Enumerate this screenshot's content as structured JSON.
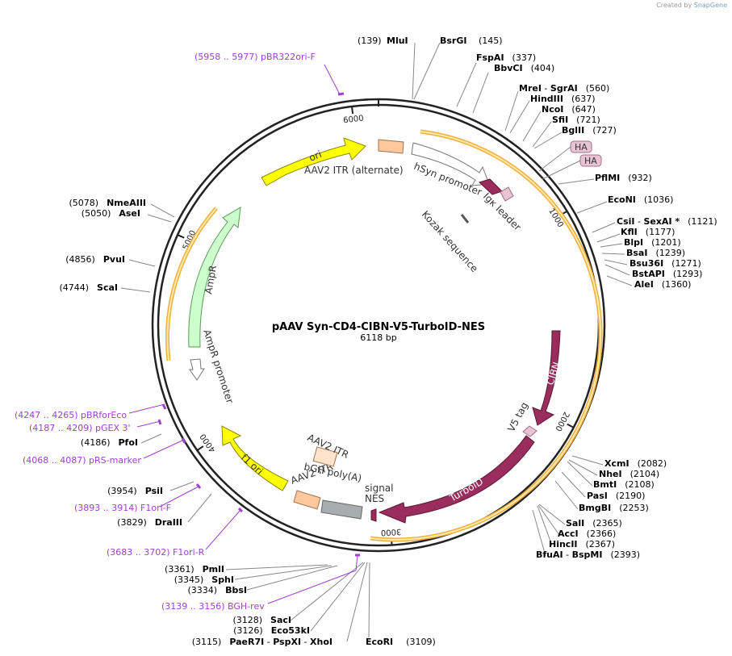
{
  "credit": {
    "prefix": "Created by",
    "brand": "SnapGene"
  },
  "map": {
    "title": "pAAV Syn-CD4-CIBN-V5-TurboID-NES",
    "size": "6118 bp",
    "total_bp": 6118,
    "ticks": [
      {
        "bp": 1000,
        "label": "1000"
      },
      {
        "bp": 2000,
        "label": "2000"
      },
      {
        "bp": 3000,
        "label": "3000"
      },
      {
        "bp": 4000,
        "label": "4000"
      },
      {
        "bp": 5000,
        "label": "5000"
      },
      {
        "bp": 6000,
        "label": "6000"
      }
    ]
  },
  "features": [
    {
      "id": "ori",
      "name": "ori",
      "color": "#ffff00",
      "stroke": "#8a8a00"
    },
    {
      "id": "aav2-itr-alt",
      "name": "AAV2 ITR (alternate)",
      "color": "#ffc99c",
      "stroke": "#a07050"
    },
    {
      "id": "hsyn",
      "name": "hSyn promoter",
      "color": "#ffffff",
      "stroke": "#777777"
    },
    {
      "id": "igk",
      "name": "Igκ leader",
      "color": "#9b2d5e",
      "stroke": "#5a1a36"
    },
    {
      "id": "ha1",
      "name": "HA",
      "color": "#e7c4d1",
      "stroke": "#a07088"
    },
    {
      "id": "ha2",
      "name": "HA",
      "color": "#e7c4d1",
      "stroke": "#a07088"
    },
    {
      "id": "kozak",
      "name": "Kozak sequence",
      "color": "#999999",
      "stroke": "#555555"
    },
    {
      "id": "cibn",
      "name": "CIBN",
      "color": "#9b2d5e",
      "stroke": "#5a1a36"
    },
    {
      "id": "v5",
      "name": "V5 tag",
      "color": "#e7c4d1",
      "stroke": "#a07088"
    },
    {
      "id": "turboid",
      "name": "TurboID",
      "color": "#9b2d5e",
      "stroke": "#5a1a36"
    },
    {
      "id": "nes",
      "name": "NES",
      "color": "#9b2d5e",
      "stroke": "#5a1a36"
    },
    {
      "id": "signal",
      "name": "signal",
      "color": "#9b2d5e",
      "stroke": "#5a1a36"
    },
    {
      "id": "bgh",
      "name": "bGH poly(A)",
      "color": "#a8adb0",
      "stroke": "#666666"
    },
    {
      "id": "aav2-itr-1",
      "name": "AAV2 ITR",
      "color": "#ffc99c",
      "stroke": "#a07050"
    },
    {
      "id": "aav2-itr-2",
      "name": "AAV2 ITR",
      "color": "#fde3cc",
      "stroke": "#a07050"
    },
    {
      "id": "f1ori",
      "name": "f1 ori",
      "color": "#ffff00",
      "stroke": "#8a8a00"
    },
    {
      "id": "ampr",
      "name": "AmpR",
      "color": "#ccffcc",
      "stroke": "#5a9a5a"
    },
    {
      "id": "ampr-promoter",
      "name": "AmpR promoter",
      "color": "#ffffff",
      "stroke": "#777777"
    }
  ],
  "enzymes_right": [
    {
      "name": "FspAI",
      "pos": "(337)"
    },
    {
      "name": "BbvCI",
      "pos": "(404)"
    },
    {
      "name": "MreI",
      "name2": "SgrAI",
      "pos": "(560)"
    },
    {
      "name": "HindIII",
      "pos": "(637)"
    },
    {
      "name": "NcoI",
      "pos": "(647)"
    },
    {
      "name": "SfiI",
      "pos": "(721)"
    },
    {
      "name": "BglII",
      "pos": "(727)"
    },
    {
      "name": "PflMI",
      "pos": "(932)"
    },
    {
      "name": "EcoNI",
      "pos": "(1036)"
    },
    {
      "name": "CsiI",
      "name2": "SexAI *",
      "pos": "(1121)"
    },
    {
      "name": "KflI",
      "pos": "(1177)"
    },
    {
      "name": "BlpI",
      "pos": "(1201)"
    },
    {
      "name": "BsaI",
      "pos": "(1239)"
    },
    {
      "name": "Bsu36I",
      "pos": "(1271)"
    },
    {
      "name": "BstAPI",
      "pos": "(1293)"
    },
    {
      "name": "AleI",
      "pos": "(1360)"
    },
    {
      "name": "XcmI",
      "pos": "(2082)"
    },
    {
      "name": "NheI",
      "pos": "(2104)"
    },
    {
      "name": "BmtI",
      "pos": "(2108)"
    },
    {
      "name": "PasI",
      "pos": "(2190)"
    },
    {
      "name": "BmgBI",
      "pos": "(2253)"
    },
    {
      "name": "SalI",
      "pos": "(2365)"
    },
    {
      "name": "AccI",
      "pos": "(2366)"
    },
    {
      "name": "HincII",
      "pos": "(2367)"
    },
    {
      "name": "BfuAI",
      "name2": "BspMI",
      "pos": "(2393)"
    }
  ],
  "enzymes_top": [
    {
      "name": "MluI",
      "pos": "(139)"
    },
    {
      "name": "BsrGI",
      "pos": "(145)"
    }
  ],
  "enzymes_left": [
    {
      "name": "NmeAIII",
      "pos": "(5078)"
    },
    {
      "name": "AseI",
      "pos": "(5050)"
    },
    {
      "name": "PvuI",
      "pos": "(4856)"
    },
    {
      "name": "ScaI",
      "pos": "(4744)"
    },
    {
      "name": "PfoI",
      "pos": "(4186)"
    },
    {
      "name": "PsiI",
      "pos": "(3954)"
    },
    {
      "name": "DraIII",
      "pos": "(3829)"
    },
    {
      "name": "PmlI",
      "pos": "(3361)"
    },
    {
      "name": "SphI",
      "pos": "(3345)"
    },
    {
      "name": "BbsI",
      "pos": "(3334)"
    },
    {
      "name": "SacI",
      "pos": "(3128)"
    },
    {
      "name": "Eco53kI",
      "pos": "(3126)"
    },
    {
      "name": "PaeR7I",
      "name2": "PspXI",
      "name3": "XhoI",
      "pos": "(3115)"
    },
    {
      "name": "EcoRI",
      "pos": "(3109)"
    }
  ],
  "primers": [
    {
      "text": "(5958 .. 5977)  pBR322ori-F"
    },
    {
      "text": "(4247 .. 4265)  pBRforEco"
    },
    {
      "text": "(4187 .. 4209)  pGEX 3'"
    },
    {
      "text": "(4068 .. 4087)  pRS-marker"
    },
    {
      "text": "(3893 .. 3914)  F1ori-F"
    },
    {
      "text": "(3683 .. 3702)  F1ori-R"
    },
    {
      "text": "(3139 .. 3156)  BGH-rev"
    }
  ],
  "colors": {
    "primer": "#a040d0",
    "backbone": "#222222",
    "orf_outline": "#f0b040"
  }
}
